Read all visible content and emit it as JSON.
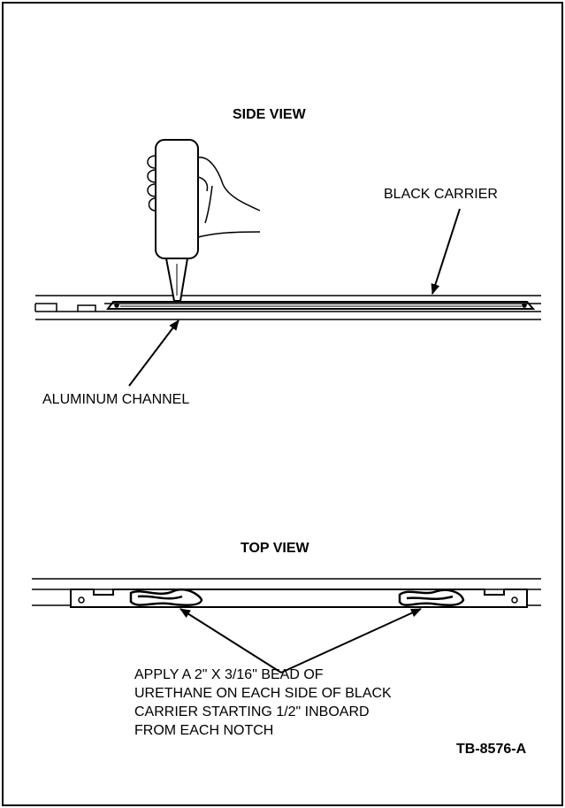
{
  "side_view": {
    "title": "SIDE  VIEW",
    "labels": {
      "black_carrier": "BLACK CARRIER",
      "aluminum_channel": "ALUMINUM CHANNEL"
    }
  },
  "top_view": {
    "title": "TOP VIEW"
  },
  "instruction": {
    "lines": [
      "APPLY A  2\" X 3/16\" BEAD OF",
      "URETHANE ON EACH SIDE OF BLACK",
      "CARRIER STARTING 1/2\" INBOARD",
      "FROM EACH NOTCH"
    ]
  },
  "figure_id": "TB-8576-A",
  "colors": {
    "ink": "#000000",
    "paper": "#ffffff"
  }
}
